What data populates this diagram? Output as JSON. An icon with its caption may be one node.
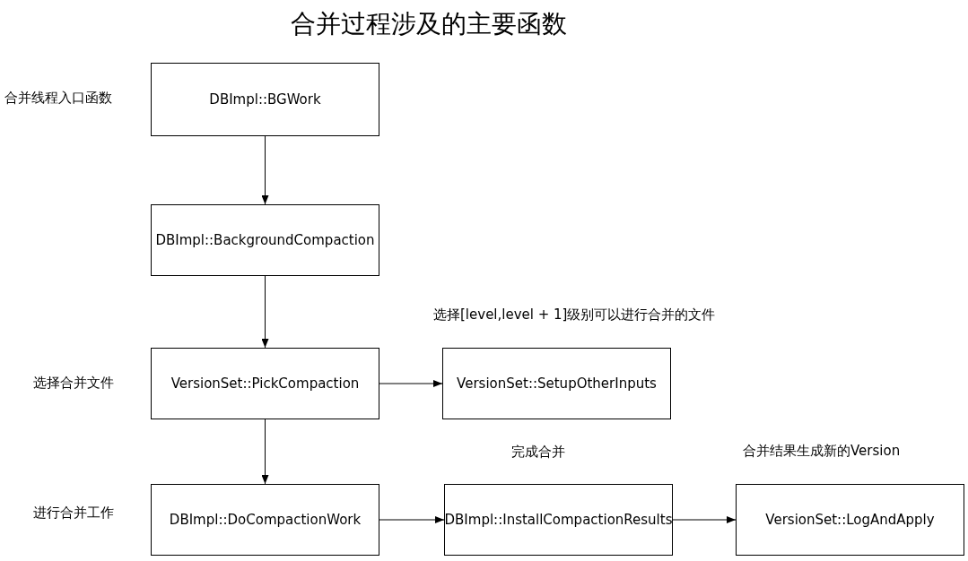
{
  "diagram": {
    "title": "合并过程涉及的主要函数",
    "nodes": [
      {
        "text": [
          "DBImpl::BGWork"
        ],
        "beside": [
          "合并线程入口函数"
        ]
      },
      {
        "text": [
          "DBImpl::BackgroundCompaction"
        ]
      },
      {
        "text": [
          "VersionSet::PickCompaction"
        ],
        "beside": [
          "选择合并文件"
        ]
      },
      {
        "text": [
          "VersionSet::SetupOtherInputs"
        ],
        "beside": [
          "选择[level,level + 1]级别可以进行合并的文件"
        ]
      },
      {
        "text": [
          "DBImpl::DoCompactionWork"
        ],
        "beside": [
          "进行合并工作"
        ]
      },
      {
        "text": [
          "DBImpl::InstallCompactionResults"
        ],
        "beside": [
          "完成合并"
        ]
      },
      {
        "text": [
          "VersionSet::LogAndApply"
        ],
        "beside": [
          "合并结果生成新的Version"
        ]
      }
    ],
    "edges": [
      {
        "from": 0,
        "to": 1,
        "arrow": "to"
      },
      {
        "from": 1,
        "to": 2,
        "arrow": "to"
      },
      {
        "from": 2,
        "to": 3,
        "arrow": "to"
      },
      {
        "from": 2,
        "to": 4,
        "arrow": "to"
      },
      {
        "from": 4,
        "to": 5,
        "arrow": "to"
      },
      {
        "from": 5,
        "to": 6,
        "arrow": "to"
      }
    ]
  }
}
